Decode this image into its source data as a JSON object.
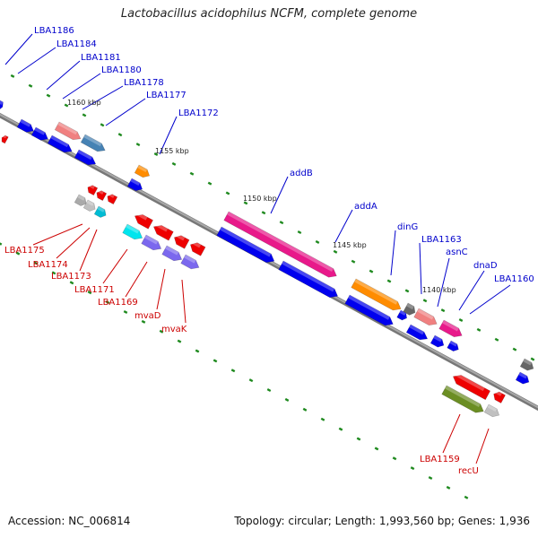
{
  "title": "Lactobacillus acidophilus NCFM, complete genome",
  "footer": {
    "accession": "Accession: NC_006814",
    "summary": "Topology: circular; Length: 1,993,560 bp; Genes: 1,936"
  },
  "colors": {
    "label_top": "#0000cc",
    "label_bottom": "#cc0000",
    "tick": "#1f8a1f",
    "backbone": "#8c8c8c"
  },
  "scale_labels": [
    "1160 kbp",
    "1155 kbp",
    "1150 kbp",
    "1145 kbp",
    "1140 kbp"
  ],
  "top_labels": [
    "LBA1186",
    "LBA1184",
    "LBA1181",
    "LBA1180",
    "LBA1178",
    "LBA1177",
    "LBA1172",
    "addB",
    "addA",
    "dinG",
    "LBA1163",
    "asnC",
    "dnaD",
    "LBA1160"
  ],
  "bottom_labels": [
    "LBA1175",
    "LBA1174",
    "LBA1173",
    "LBA1171",
    "LBA1169",
    "mvaD",
    "mvaK",
    "LBA1159",
    "recU"
  ]
}
